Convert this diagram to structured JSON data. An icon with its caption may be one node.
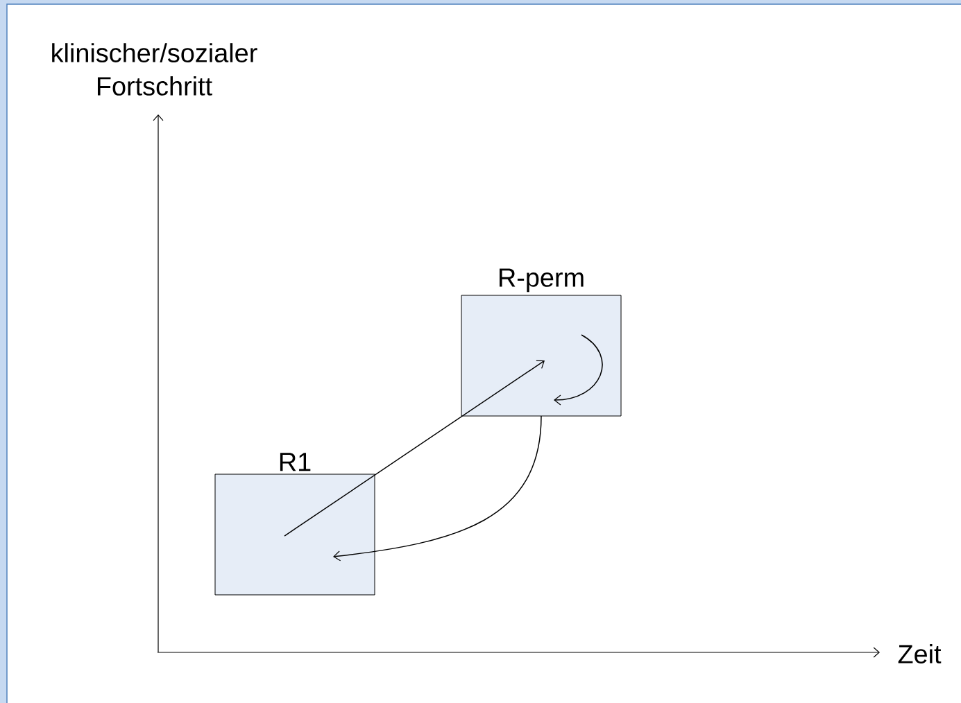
{
  "diagram": {
    "nodes": [
      {
        "text": [
          "R1"
        ]
      },
      {
        "text": [
          "R-perm"
        ]
      }
    ],
    "edges": [
      {
        "from": 0,
        "to": 1,
        "arrow": "to"
      },
      {
        "from": 1,
        "to": 0,
        "arrow": "to"
      },
      {
        "from": 1,
        "to": 1,
        "arrow": "to"
      }
    ],
    "labels": [
      "klinischer/sozialer Fortschritt",
      "Zeit"
    ]
  }
}
